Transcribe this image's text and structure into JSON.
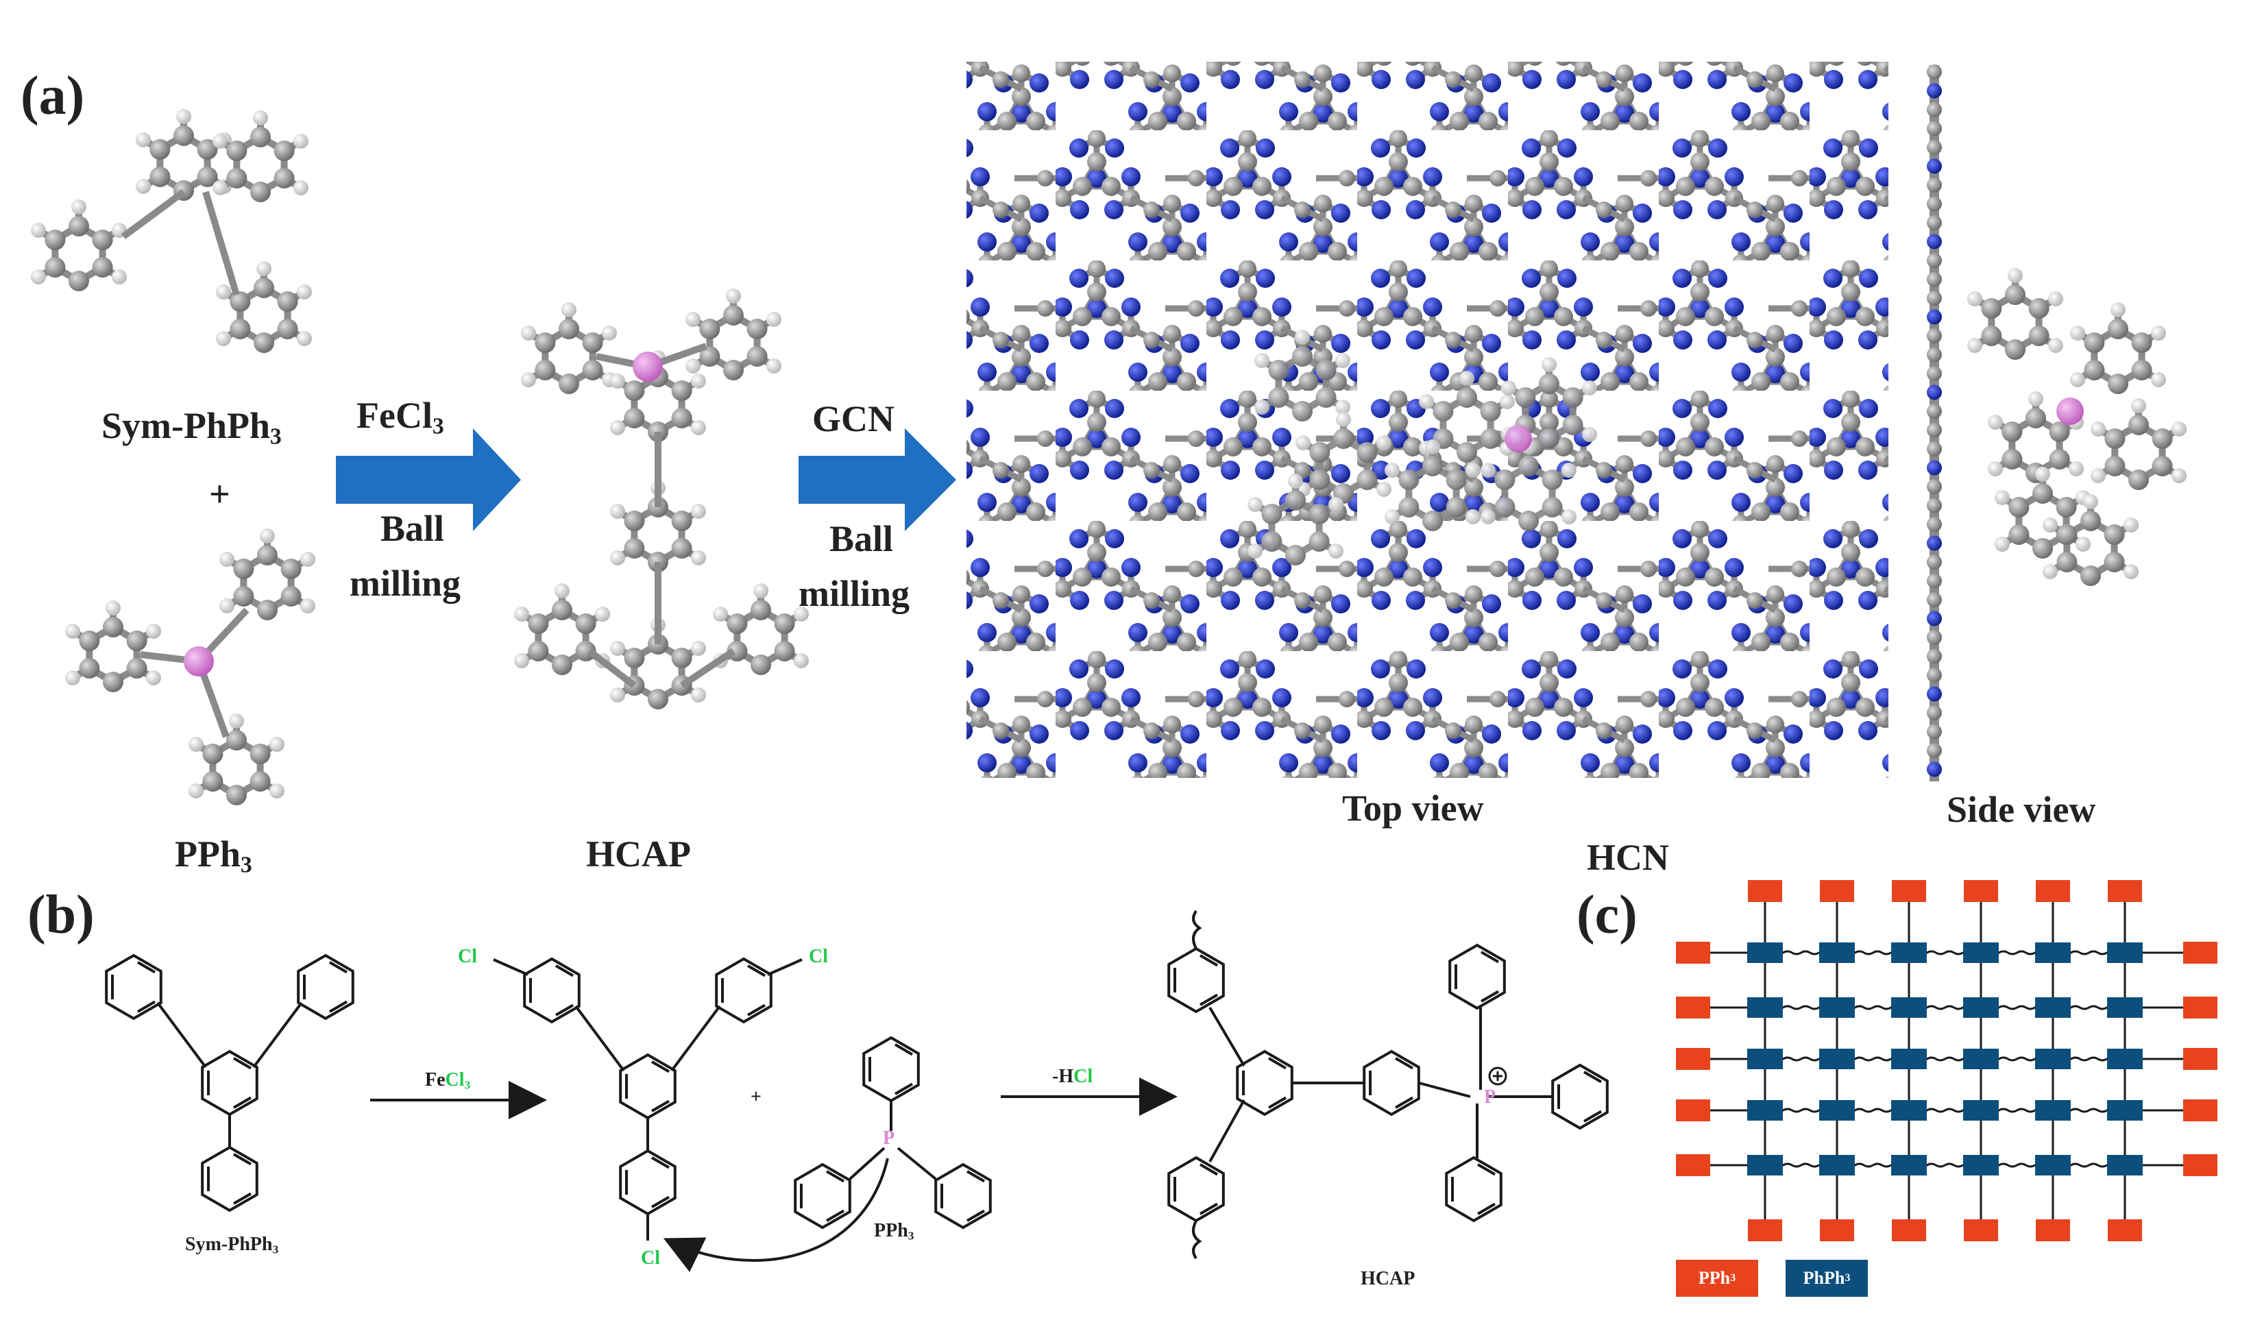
{
  "panel_a": {
    "label": "(a)",
    "reactant1": "Sym-PhPh",
    "reactant1_sub": "3",
    "plus": "+",
    "reactant2": "PPh",
    "reactant2_sub": "3",
    "arrow1_top": "FeCl",
    "arrow1_top_sub": "3",
    "arrow1_bottom_1": "Ball",
    "arrow1_bottom_2": "milling",
    "product1": "HCAP",
    "arrow2_top": "GCN",
    "arrow2_bottom_1": "Ball",
    "arrow2_bottom_2": "milling",
    "top_view": "Top view",
    "side_view": "Side view",
    "product2": "HCN"
  },
  "panel_b": {
    "label": "(b)",
    "reactant": "Sym-PhPh",
    "reactant_sub": "3",
    "reagent1": "FeCl",
    "reagent1_sub": "3",
    "cl": "Cl",
    "plus": "+",
    "pph3": "PPh",
    "pph3_sub": "3",
    "phosphorus": "P",
    "reagent2": "-HCl",
    "product": "HCAP"
  },
  "panel_c": {
    "label": "(c)",
    "legend_pph3": "PPh",
    "legend_pph3_sub": "3",
    "legend_phph3": "PhPh",
    "legend_phph3_sub": "3"
  },
  "colors": {
    "arrow_blue": "#1f6fc2",
    "nitrogen": "#1a2fc8",
    "carbon": "#8a8a8a",
    "hydrogen": "#e6e6e6",
    "phosphorus": "#d98ad6",
    "chlorine": "#1ec84a",
    "pph3_red": "#e8431e",
    "phph3_blue": "#0d4f7c"
  }
}
